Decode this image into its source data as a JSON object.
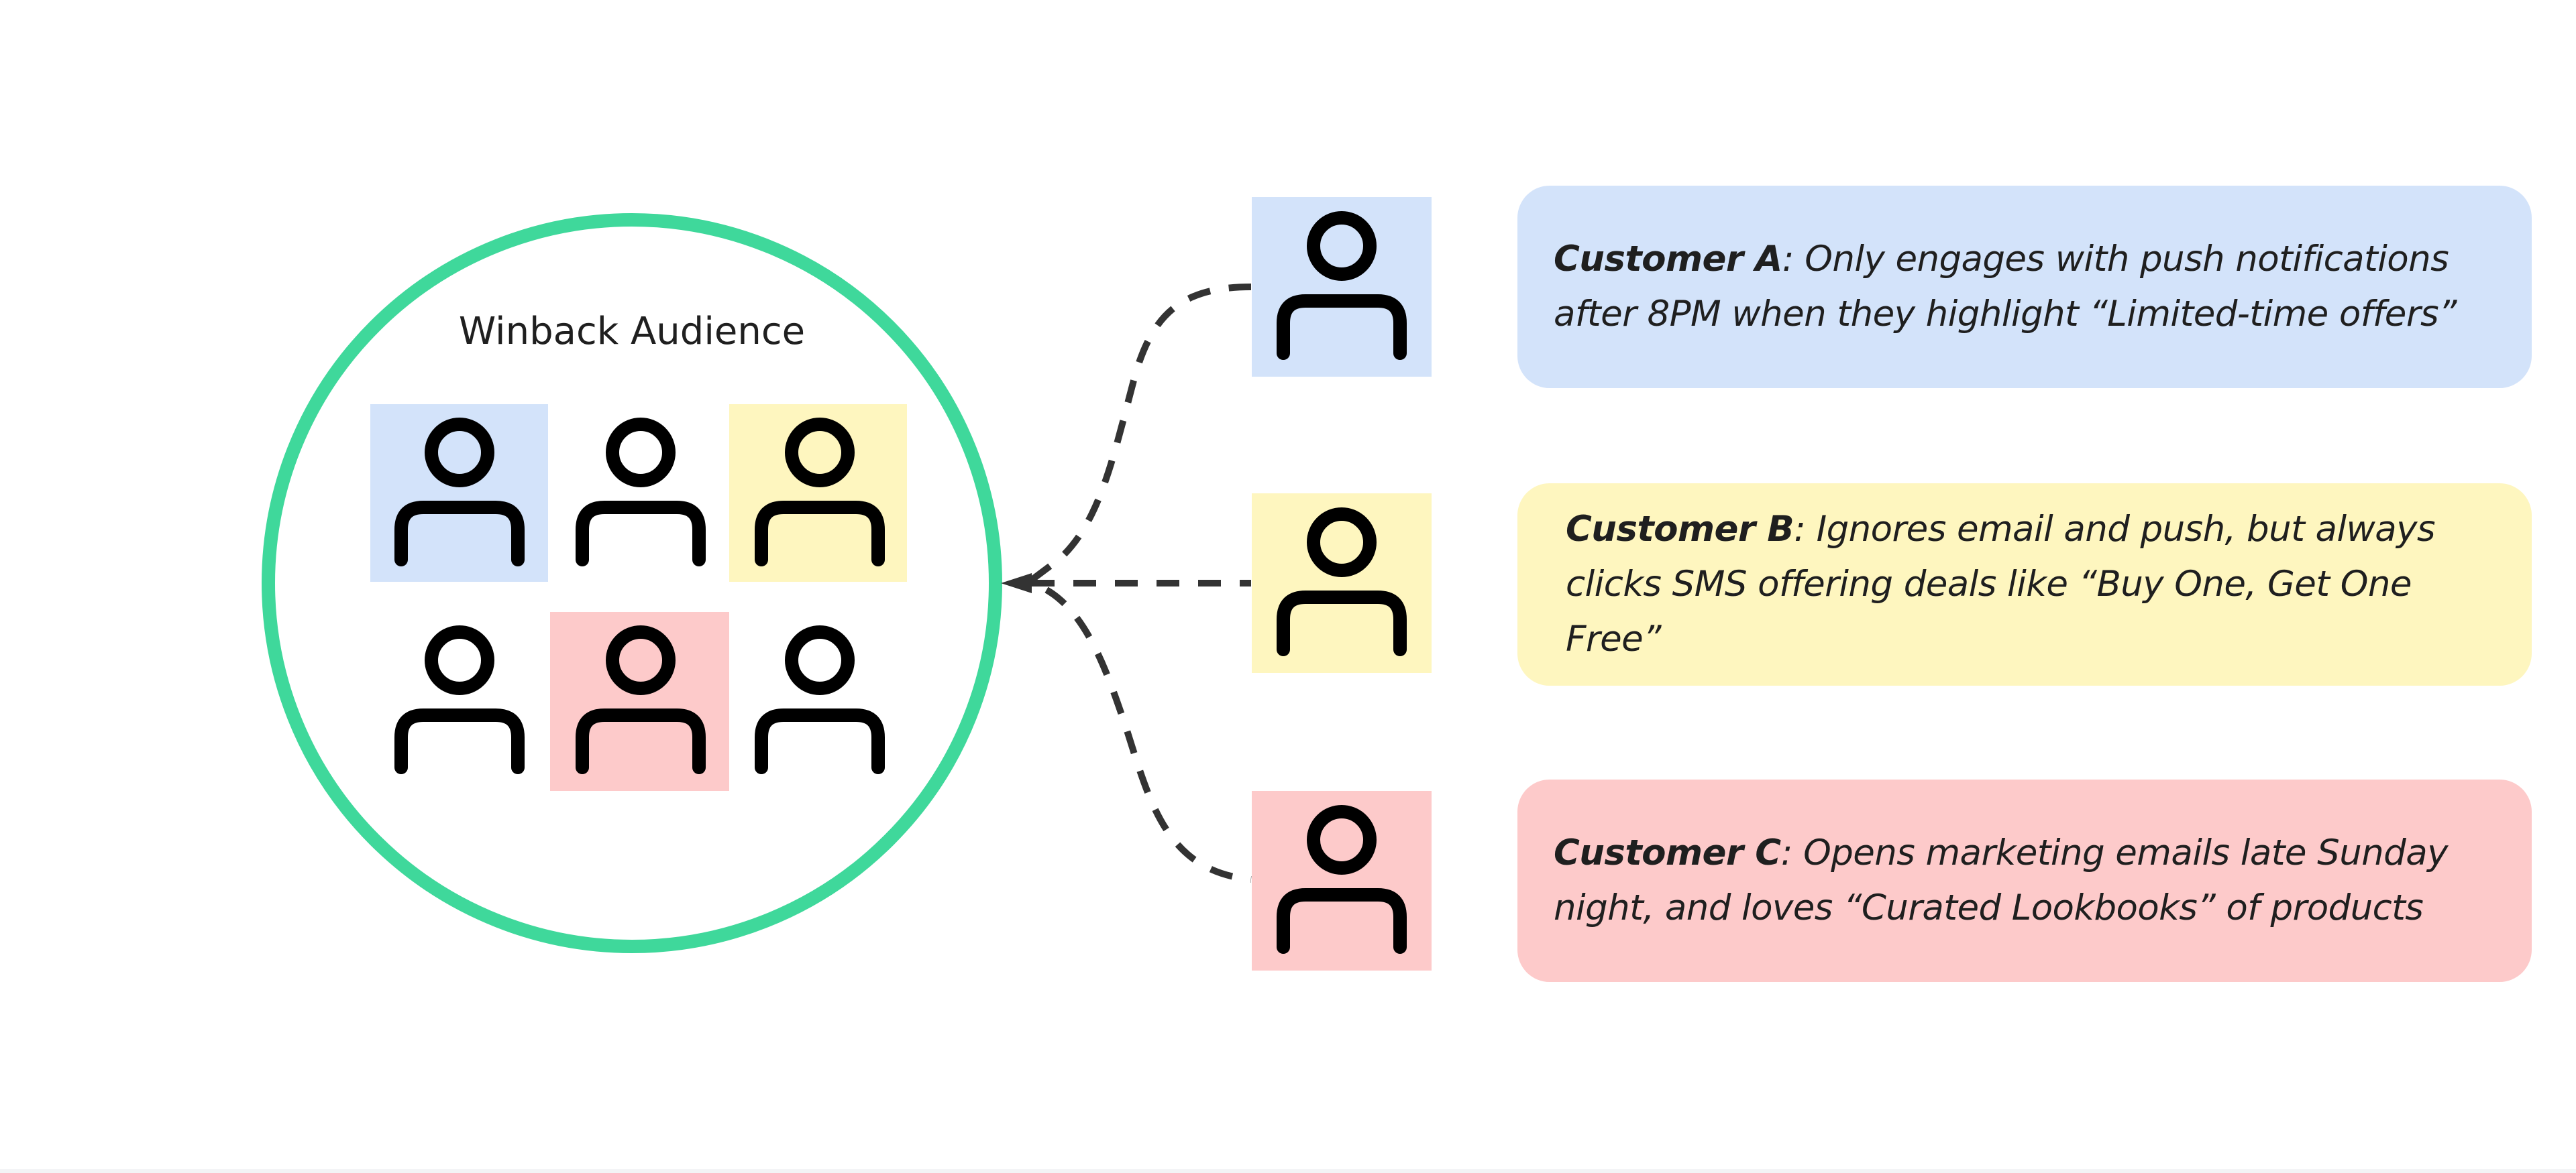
{
  "audience": {
    "title": "Winback Audience"
  },
  "customers": [
    {
      "name": "Customer A",
      "separator": ":",
      "line1": " Only engages with push notifications",
      "line2": "after 8PM when they highlight “Limited-time offers”",
      "color": "#d3e3fa"
    },
    {
      "name": "Customer B",
      "separator": ":",
      "line1": " Ignores email and push, but always",
      "line2": "clicks SMS offering deals like “Buy One, Get One Free”",
      "color": "#fef6bf"
    },
    {
      "name": "Customer C",
      "separator": ":",
      "line1": " Opens marketing emails late Sunday",
      "line2": "night, and loves “Curated Lookbooks” of products",
      "color": "#fdcaca"
    }
  ],
  "colors": {
    "circle_stroke": "#3fd89b",
    "connector": "#333333",
    "icon": "#000000",
    "blue": "#d3e3fa",
    "yellow": "#fef6bf",
    "pink": "#fdcaca"
  },
  "icons": {
    "person": "person-icon"
  }
}
